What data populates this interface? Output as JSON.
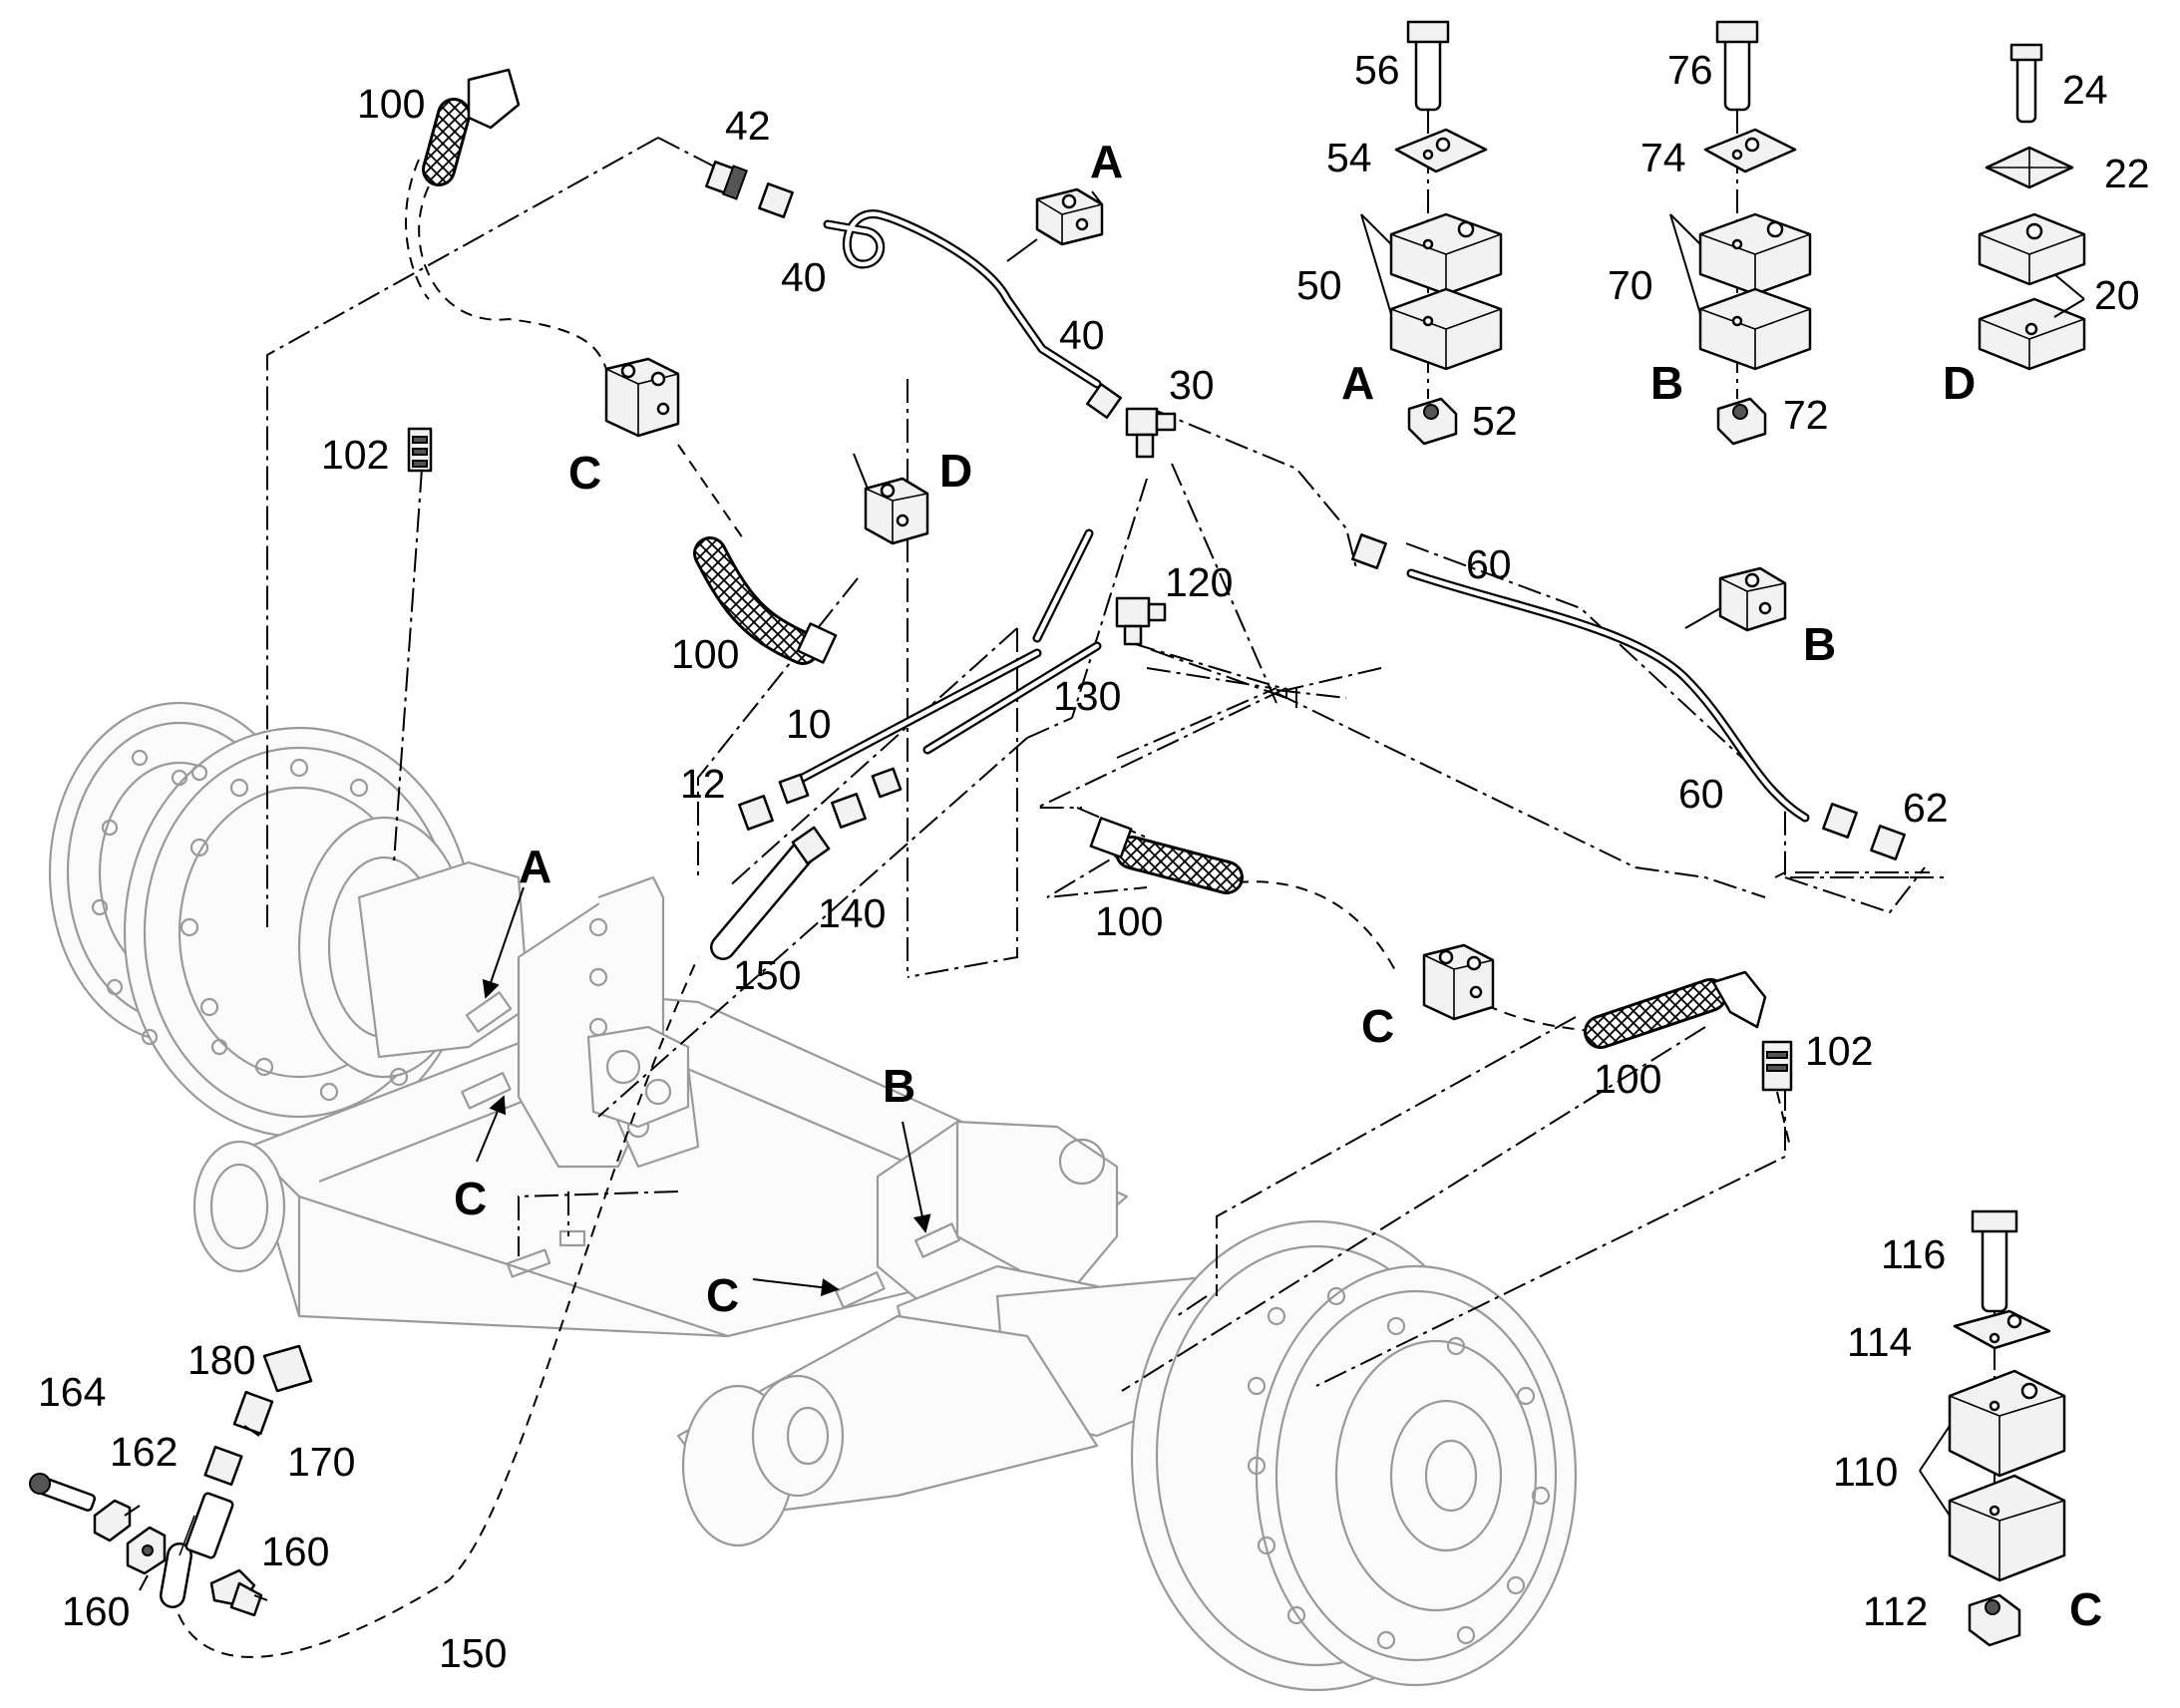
{
  "callouts": {
    "c100_top": "100",
    "c42": "42",
    "c40_a": "40",
    "c40_b": "40",
    "c30": "30",
    "c102_left": "102",
    "c100_mid": "100",
    "c120": "120",
    "c60_a": "60",
    "c60_b": "60",
    "c62": "62",
    "c10": "10",
    "c12": "12",
    "c130": "130",
    "c140": "140",
    "c150_a": "150",
    "c150_b": "150",
    "c100_right_a": "100",
    "c100_right_b": "100",
    "c102_right": "102",
    "c56": "56",
    "c54": "54",
    "c50": "50",
    "c52": "52",
    "c76": "76",
    "c74": "74",
    "c70": "70",
    "c72": "72",
    "c24": "24",
    "c22": "22",
    "c20": "20",
    "c116": "116",
    "c114": "114",
    "c110": "110",
    "c112": "112",
    "c164": "164",
    "c162": "162",
    "c160_a": "160",
    "c160_b": "160",
    "c180": "180",
    "c170": "170"
  },
  "letters": {
    "a_clamp": "A",
    "c_clamp_top": "C",
    "d_clamp": "D",
    "b_clamp": "B",
    "c_clamp_right": "C",
    "a_axle": "A",
    "c_axle_left": "C",
    "b_axle": "B",
    "c_axle_mid": "C",
    "a_kit": "A",
    "b_kit": "B",
    "d_kit": "D",
    "c_kit": "C"
  }
}
